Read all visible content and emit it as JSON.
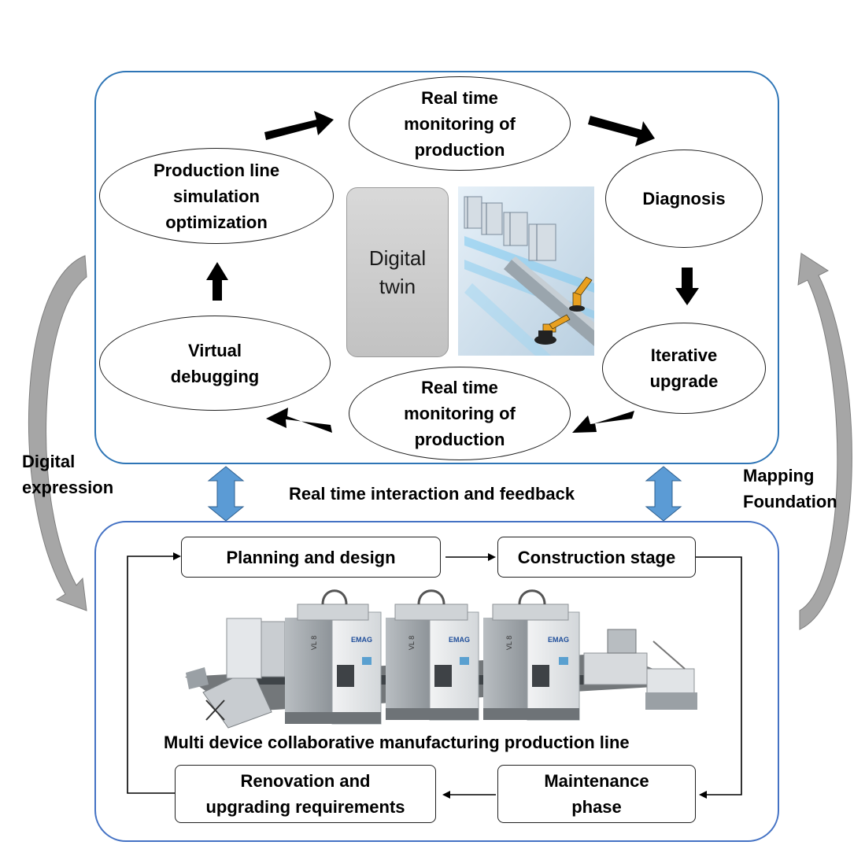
{
  "digital_twin": {
    "center_label": "Digital\ntwin",
    "nodes": {
      "monitor_top": "Real time\nmonitoring of\nproduction",
      "diagnosis": "Diagnosis",
      "iterative_upgrade": "Iterative\nupgrade",
      "monitor_bottom": "Real time\nmonitoring of\nproduction",
      "virtual_debugging": "Virtual\ndebugging",
      "simulation_optimization": "Production line\nsimulation\noptimization"
    }
  },
  "interaction_label": "Real time interaction and feedback",
  "side_labels": {
    "left": "Digital\nexpression",
    "right": "Mapping\nFoundation"
  },
  "physical": {
    "planning": "Planning and design",
    "construction": "Construction stage",
    "maintenance": "Maintenance\nphase",
    "renovation": "Renovation and\nupgrading requirements",
    "caption": "Multi device collaborative manufacturing production line",
    "machine_badge": "EMAG",
    "machine_model": "VL 8"
  },
  "colors": {
    "frame_top": "#2e75b6",
    "frame_bottom": "#4472c4",
    "double_arrow": "#5b9bd5",
    "side_arrow": "#a6a6a6"
  }
}
